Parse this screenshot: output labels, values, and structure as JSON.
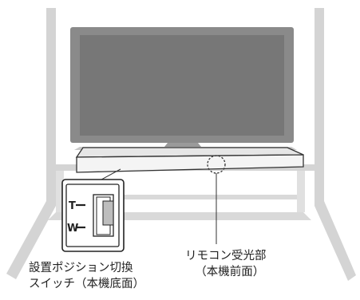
{
  "colors": {
    "frame": "#d4d4d4",
    "tv_bezel": "#8a8a8a",
    "tv_screen": "#777777",
    "stand": "#c8c8c8",
    "soundbar": "#f0f0f0",
    "outline": "#333333",
    "text": "#222222"
  },
  "inset_switch": {
    "label_top": "T",
    "label_bottom": "W"
  },
  "callouts": {
    "switch_line1": "設置ポジション切換",
    "switch_line2": "スイッチ（本機底面）",
    "sensor_line1": "リモコン受光部",
    "sensor_line2": "（本機前面）"
  }
}
